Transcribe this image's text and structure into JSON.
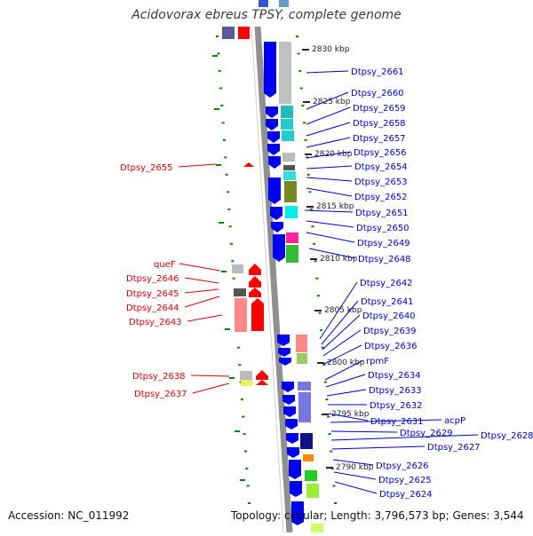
{
  "title": "Acidovorax ebreus TPSY, complete genome",
  "footer": {
    "accession": "Accession: NC_011992",
    "summary": "Topology: circular; Length: 3,796,573 bp; Genes: 3,544"
  },
  "colors": {
    "left_label": "#dd0000",
    "right_label": "#0000cc",
    "forward_gene": "#ff0000",
    "reverse_gene": "#0000ee",
    "backbone": "#909090",
    "tick": "#008800"
  },
  "scale_labels": [
    "2830 kbp",
    "2825 kbp",
    "2820 kbp",
    "2815 kbp",
    "2810 kbp",
    "2805 kbp",
    "2800 kbp",
    "2795 kbp",
    "2790 kbp"
  ],
  "left_labels": [
    "Dtpsy_2655",
    "queF",
    "Dtpsy_2646",
    "Dtpsy_2645",
    "Dtpsy_2644",
    "Dtpsy_2643",
    "Dtpsy_2638",
    "Dtpsy_2637"
  ],
  "right_labels": [
    "Dtpsy_2661",
    "Dtpsy_2660",
    "Dtpsy_2659",
    "Dtpsy_2658",
    "Dtpsy_2657",
    "Dtpsy_2656",
    "Dtpsy_2654",
    "Dtpsy_2653",
    "Dtpsy_2652",
    "Dtpsy_2651",
    "Dtpsy_2650",
    "Dtpsy_2649",
    "Dtpsy_2648",
    "Dtpsy_2642",
    "Dtpsy_2641",
    "Dtpsy_2640",
    "Dtpsy_2639",
    "Dtpsy_2636",
    "rpmF",
    "Dtpsy_2634",
    "Dtpsy_2633",
    "Dtpsy_2632",
    "Dtpsy_2631",
    "acpP",
    "Dtpsy_2629",
    "Dtpsy_2628",
    "Dtpsy_2627",
    "Dtpsy_2626",
    "Dtpsy_2625",
    "Dtpsy_2624"
  ]
}
